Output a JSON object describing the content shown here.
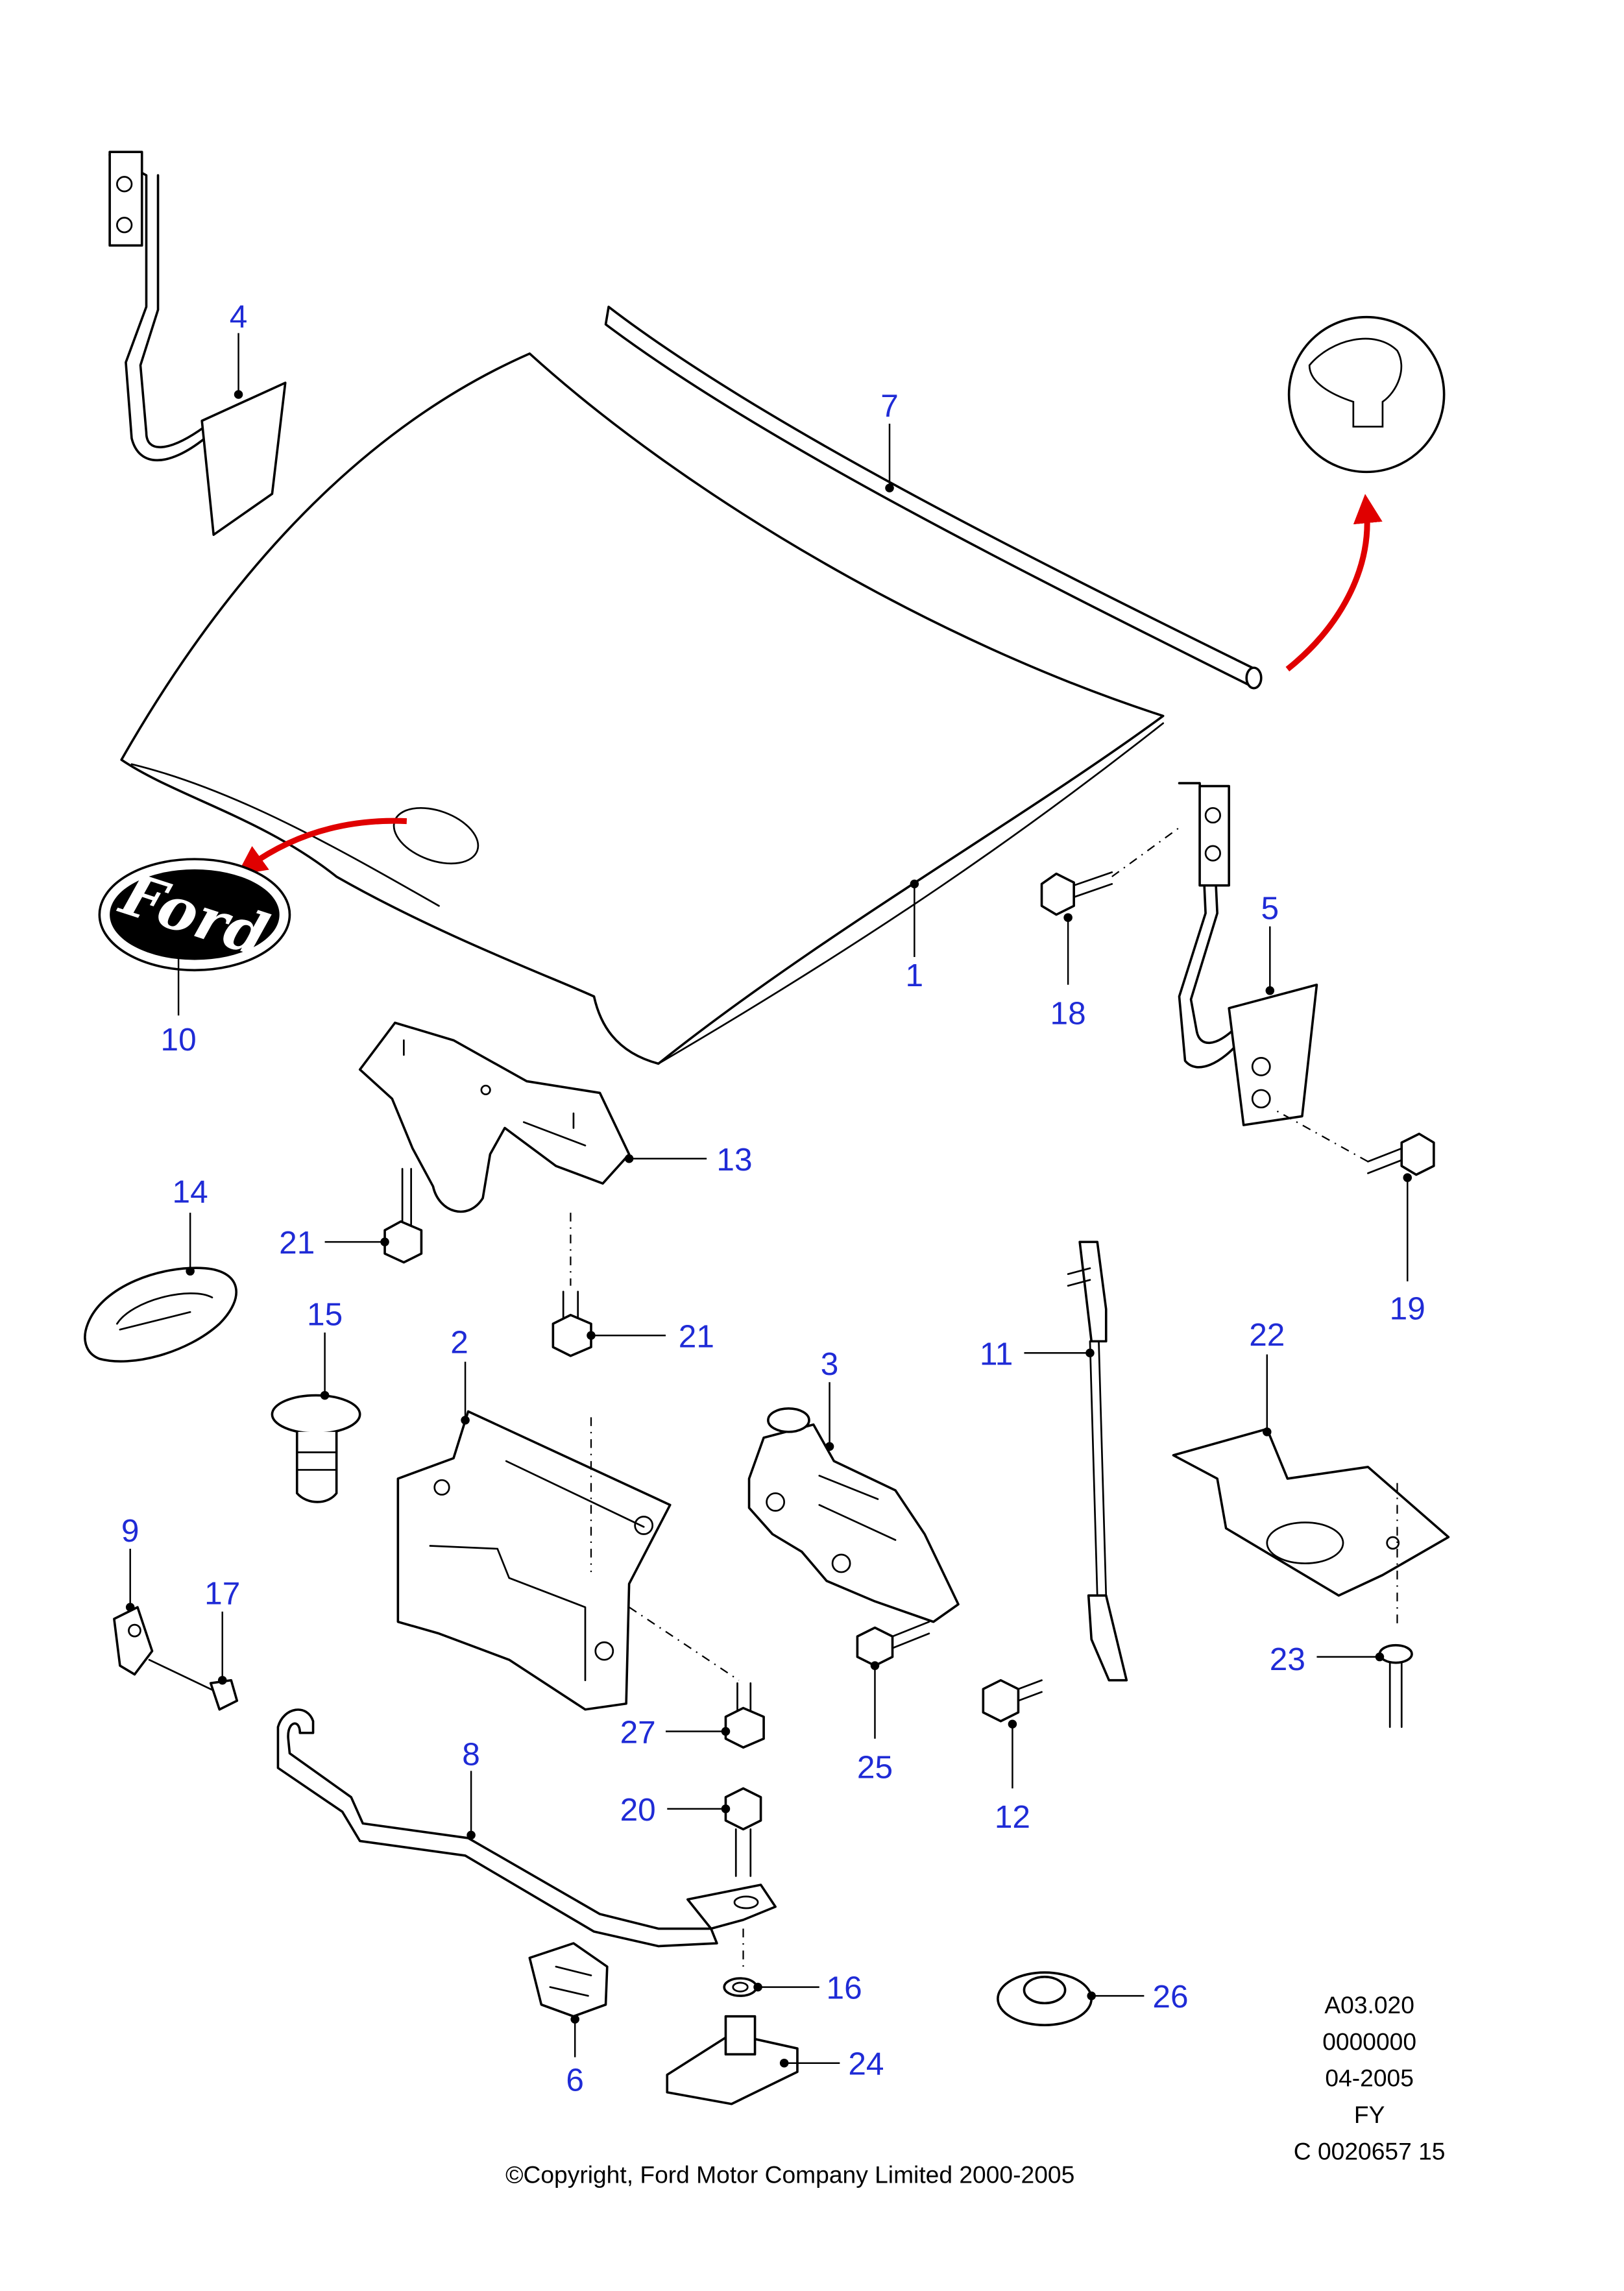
{
  "callouts": {
    "c1": "1",
    "c2": "2",
    "c3": "3",
    "c4": "4",
    "c5": "5",
    "c6": "6",
    "c7": "7",
    "c8": "8",
    "c9": "9",
    "c10": "10",
    "c11": "11",
    "c12": "12",
    "c13": "13",
    "c14": "14",
    "c15": "15",
    "c16": "16",
    "c17": "17",
    "c18": "18",
    "c19": "19",
    "c20": "20",
    "c21a": "21",
    "c21b": "21",
    "c22": "22",
    "c23": "23",
    "c24": "24",
    "c25": "25",
    "c26": "26",
    "c27": "27"
  },
  "reference": {
    "line1": "A03.020",
    "line2": "0000000",
    "line3": "04-2005",
    "line4": "FY",
    "line5": "C 0020657 15"
  },
  "copyright": "©Copyright, Ford Motor Company Limited 2000-2005",
  "logo_text": "Ford",
  "colors": {
    "callout": "#1f2bd6",
    "arrow": "#e00000",
    "line": "#000000"
  }
}
